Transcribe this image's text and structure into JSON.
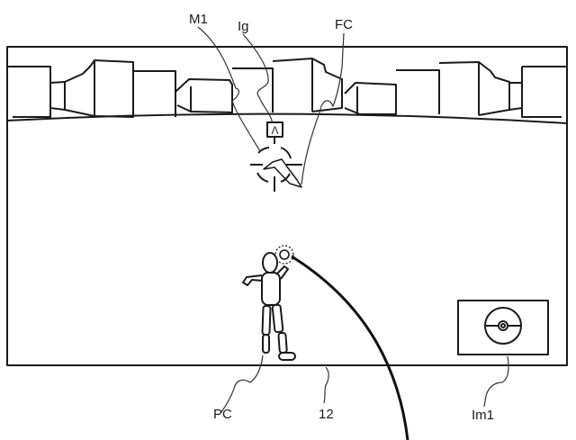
{
  "figure_labels": {
    "menu_marker": "M1",
    "indicator_guide": "Ig",
    "focus_cursor": "FC",
    "player_character": "PC",
    "display_screen": "12",
    "item_image": "Im1"
  },
  "icons": {
    "menu_marker_glyph": "Λ",
    "aim_cursor": "crosshair-icon",
    "item": "ball-icon"
  },
  "colors": {
    "ink": "#1a1a1a",
    "background": "#ffffff"
  }
}
